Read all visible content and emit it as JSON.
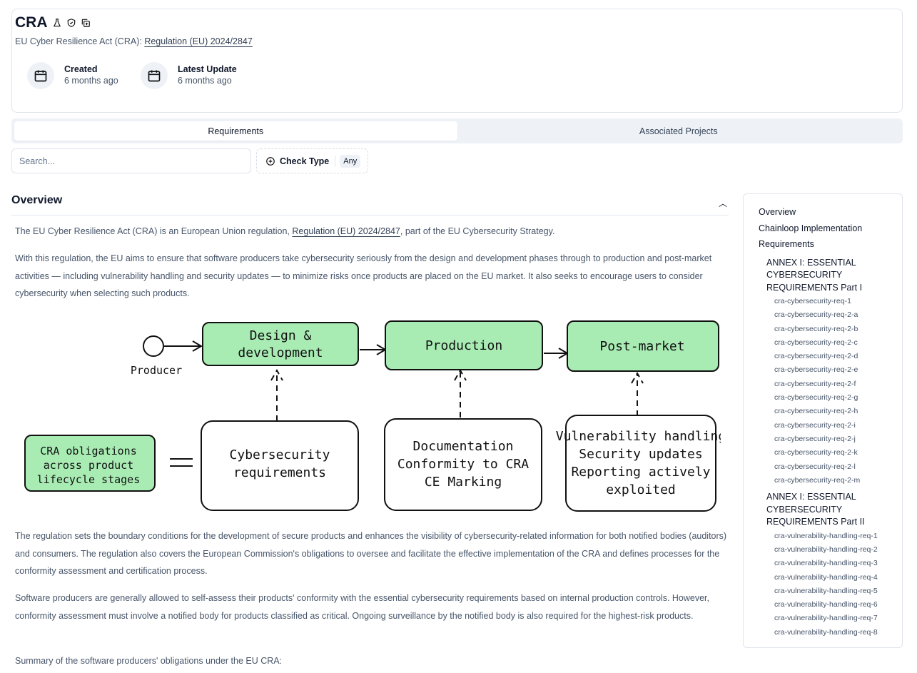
{
  "header": {
    "title": "CRA",
    "subtitle_prefix": "EU Cyber Resilience Act (CRA): ",
    "subtitle_link": "Regulation (EU) 2024/2847",
    "created_label": "Created",
    "created_value": "6 months ago",
    "updated_label": "Latest Update",
    "updated_value": "6 months ago"
  },
  "tabs": [
    {
      "label": "Requirements",
      "active": true
    },
    {
      "label": "Associated Projects",
      "active": false
    }
  ],
  "filters": {
    "search_placeholder": "Search...",
    "check_type_label": "Check Type",
    "check_type_value": "Any"
  },
  "overview": {
    "heading": "Overview",
    "p1_a": "The EU Cyber Resilience Act (CRA) is an European Union regulation, ",
    "p1_link": "Regulation (EU) 2024/2847",
    "p1_b": ", part of the EU Cybersecurity Strategy.",
    "p2": "With this regulation, the EU aims to ensure that software producers take cybersecurity seriously from the design and development phases through to production and post-market activities — including vulnerability handling and security updates — to minimize risks once products are placed on the EU market. It also seeks to encourage users to consider cybersecurity when selecting such products.",
    "p3": "The regulation sets the boundary conditions for the development of secure products and enhances the visibility of cybersecurity-related information for both notified bodies (auditors) and consumers. The regulation also covers the European Commission's obligations to oversee and facilitate the effective implementation of the CRA and defines processes for the conformity assessment and certification process.",
    "p4": "Software producers are generally allowed to self-assess their products' conformity with the essential cybersecurity requirements based on internal production controls. However, conformity assessment must involve a notified body for products classified as critical. Ongoing surveillance by the notified body is also required for the highest-risk products.",
    "p5": "Summary of the software producers' obligations under the EU CRA:"
  },
  "diagram": {
    "producer": "Producer",
    "stage1_l1": "Design &",
    "stage1_l2": "development",
    "stage2": "Production",
    "stage3": "Post-market",
    "legend_l1": "CRA obligations",
    "legend_l2": "across product",
    "legend_l3": "lifecycle stages",
    "ob1_l1": "Cybersecurity",
    "ob1_l2": "requirements",
    "ob2_l1": "Documentation",
    "ob2_l2": "Conformity to CRA",
    "ob2_l3": "CE Marking",
    "ob3_l1": "Vulnerability handling",
    "ob3_l2": "Security updates",
    "ob3_l3": "Reporting actively",
    "ob3_l4": "exploited",
    "green": "#a8ecb4"
  },
  "toc": {
    "top": [
      "Overview",
      "Chainloop Implementation",
      "Requirements"
    ],
    "annex1": "ANNEX I: ESSENTIAL CYBERSECURITY REQUIREMENTS Part I",
    "annex1_items": [
      "cra-cybersecurity-req-1",
      "cra-cybersecurity-req-2-a",
      "cra-cybersecurity-req-2-b",
      "cra-cybersecurity-req-2-c",
      "cra-cybersecurity-req-2-d",
      "cra-cybersecurity-req-2-e",
      "cra-cybersecurity-req-2-f",
      "cra-cybersecurity-req-2-g",
      "cra-cybersecurity-req-2-h",
      "cra-cybersecurity-req-2-i",
      "cra-cybersecurity-req-2-j",
      "cra-cybersecurity-req-2-k",
      "cra-cybersecurity-req-2-l",
      "cra-cybersecurity-req-2-m"
    ],
    "annex2": "ANNEX I: ESSENTIAL CYBERSECURITY REQUIREMENTS Part II",
    "annex2_items": [
      "cra-vulnerability-handling-req-1",
      "cra-vulnerability-handling-req-2",
      "cra-vulnerability-handling-req-3",
      "cra-vulnerability-handling-req-4",
      "cra-vulnerability-handling-req-5",
      "cra-vulnerability-handling-req-6",
      "cra-vulnerability-handling-req-7",
      "cra-vulnerability-handling-req-8"
    ]
  }
}
